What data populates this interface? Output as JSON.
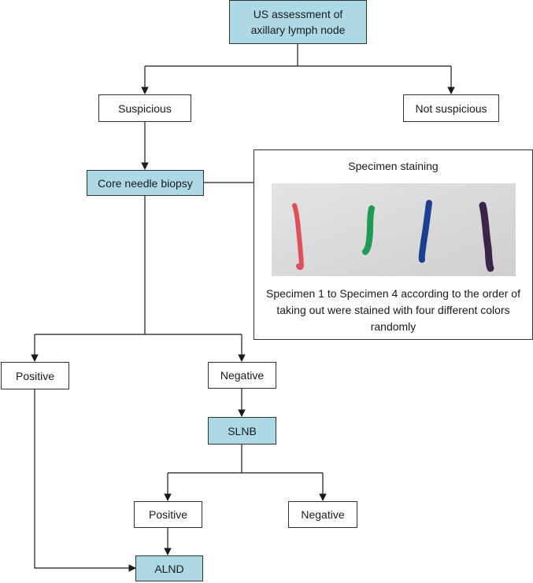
{
  "nodes": {
    "us_assessment": "US assessment of\naxillary lymph node",
    "suspicious": "Suspicious",
    "not_suspicious": "Not suspicious",
    "core_needle_biopsy": "Core needle biopsy",
    "positive_1": "Positive",
    "negative_1": "Negative",
    "slnb": "SLNB",
    "positive_2": "Positive",
    "negative_2": "Negative",
    "alnd": "ALND"
  },
  "panel": {
    "title": "Specimen staining",
    "caption": "Specimen 1 to Specimen 4 according to the order of taking out were stained with four different colors randomly",
    "specimen_colors": [
      "#e0505a",
      "#1f9a55",
      "#1d3f8f",
      "#3a2448"
    ]
  },
  "colors": {
    "highlight_box": "#add8e6",
    "photo_background": "#d8d8d8"
  }
}
